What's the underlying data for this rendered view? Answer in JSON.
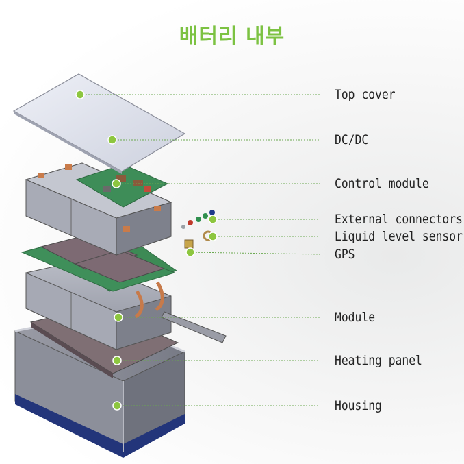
{
  "title": "배터리 내부",
  "colors": {
    "accent": "#7cc242",
    "marker": "#8dc63f",
    "leader": "#6aa84f"
  },
  "components": [
    {
      "name": "top-cover",
      "label": "Top cover"
    },
    {
      "name": "dc-dc",
      "label": "DC/DC"
    },
    {
      "name": "control-module",
      "label": "Control module"
    },
    {
      "name": "external-connectors",
      "label": "External connectors"
    },
    {
      "name": "liquid-level-sensor",
      "label": "Liquid level sensor"
    },
    {
      "name": "gps",
      "label": "GPS"
    },
    {
      "name": "module",
      "label": "Module"
    },
    {
      "name": "heating-panel",
      "label": "Heating panel"
    },
    {
      "name": "housing",
      "label": "Housing"
    }
  ]
}
